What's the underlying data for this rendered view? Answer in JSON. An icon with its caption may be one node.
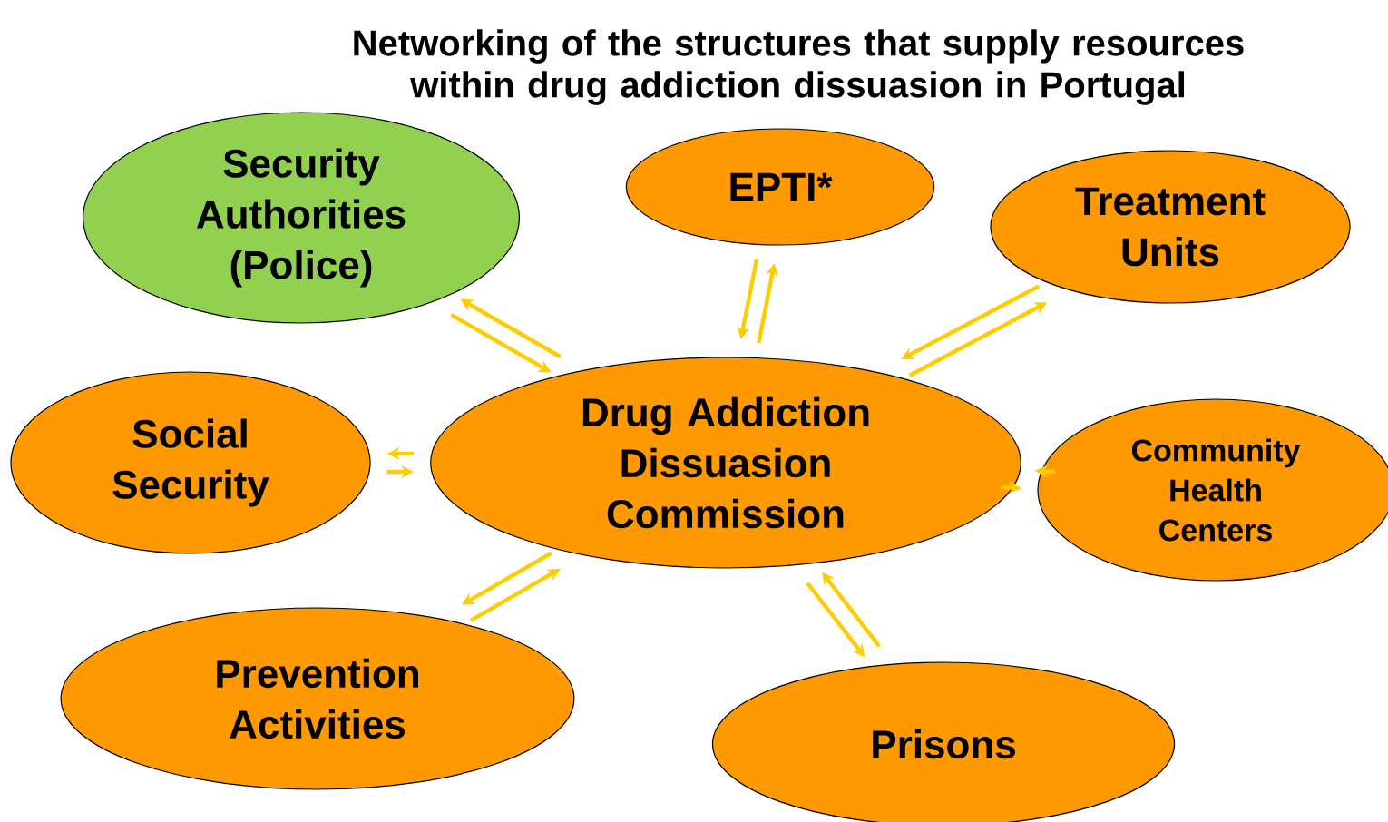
{
  "diagram": {
    "title": "Networking of the structures that supply resources within drug addiction dissuasion in Portugal",
    "nodes": [
      {
        "text": [
          "Security Authorities (Police)"
        ]
      },
      {
        "text": [
          "EPTI*"
        ]
      },
      {
        "text": [
          "Treatment Units"
        ]
      },
      {
        "text": [
          "Social Security"
        ]
      },
      {
        "text": [
          "Drug Addiction Dissuasion Commission"
        ]
      },
      {
        "text": [
          "Community Health Centers"
        ]
      },
      {
        "text": [
          "Prevention Activities"
        ]
      },
      {
        "text": [
          "Prisons"
        ]
      }
    ],
    "edges": [
      {
        "from": 4,
        "to": 0,
        "arrow": "to"
      },
      {
        "from": 0,
        "to": 4,
        "arrow": "to"
      },
      {
        "from": 4,
        "to": 1,
        "arrow": "to"
      },
      {
        "from": 1,
        "to": 4,
        "arrow": "to"
      },
      {
        "from": 4,
        "to": 2,
        "arrow": "to"
      },
      {
        "from": 2,
        "to": 4,
        "arrow": "to"
      },
      {
        "from": 4,
        "to": 3,
        "arrow": "to"
      },
      {
        "from": 3,
        "to": 4,
        "arrow": "to"
      },
      {
        "from": 4,
        "to": 5,
        "arrow": "to"
      },
      {
        "from": 5,
        "to": 4,
        "arrow": "to"
      },
      {
        "from": 4,
        "to": 6,
        "arrow": "to"
      },
      {
        "from": 6,
        "to": 4,
        "arrow": "to"
      },
      {
        "from": 4,
        "to": 7,
        "arrow": "to"
      },
      {
        "from": 7,
        "to": 4,
        "arrow": "to"
      }
    ]
  }
}
